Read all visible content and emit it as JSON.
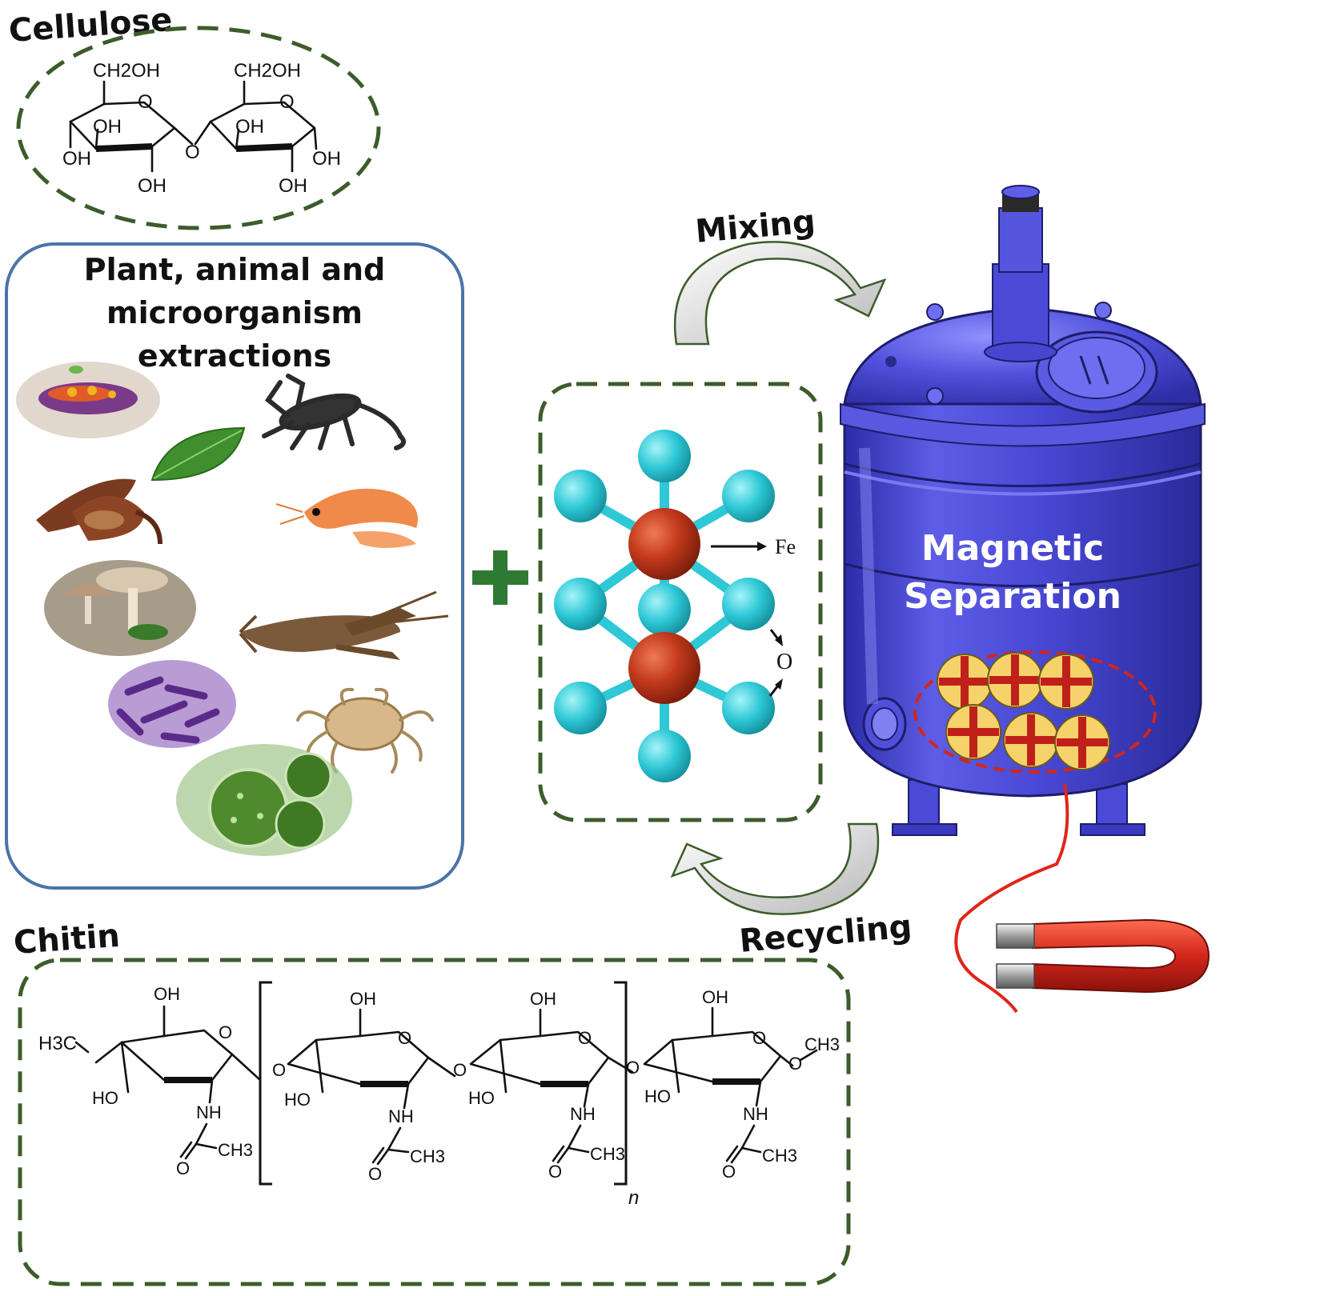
{
  "cellulose": {
    "title": "Cellulose",
    "labels": {
      "ch2oh_left": "CH2OH",
      "ch2oh_right": "CH2OH",
      "o_ring_left": "O",
      "o_ring_right": "O",
      "oh_left_top": "OH",
      "oh_left_side": "OH",
      "oh_left_bottom": "OH",
      "o_bridge": "O",
      "oh_right_top": "OH",
      "oh_right_side": "OH",
      "oh_right_bottom": "OH"
    }
  },
  "sources_panel": {
    "title_line1": "Plant, animal and",
    "title_line2": "microorganism",
    "title_line3": "extractions",
    "items": [
      "sea-slug-image",
      "scorpion-image",
      "leaf-image",
      "seed-pod-image",
      "shrimp-image",
      "mushroom-image",
      "crayfish-image",
      "bacteria-image",
      "crab-image",
      "algae-image"
    ]
  },
  "plus_sign": "+",
  "fe3o4": {
    "fe_label": "Fe",
    "o_label": "O",
    "colors": {
      "iron": "#c23a1c",
      "oxygen": "#2ec8d6"
    }
  },
  "process": {
    "mixing_label": "Mixing",
    "recycling_label": "Recycling",
    "reactor_label_line1": "Magnetic",
    "reactor_label_line2": "Separation",
    "particle_symbol": "+",
    "particle_count": 6,
    "colors": {
      "reactor": "#4a4ad6",
      "particle_fill": "#f5d36a",
      "particle_cross": "#c0201a",
      "magnet": "#d2261b"
    }
  },
  "chitin": {
    "title": "Chitin",
    "labels": {
      "h3co": "H3C",
      "ch3_end": "CH3",
      "repeat_n": "n",
      "oh": "OH",
      "ho": "HO",
      "nh": "NH",
      "o": "O",
      "ch3": "CH3"
    }
  }
}
